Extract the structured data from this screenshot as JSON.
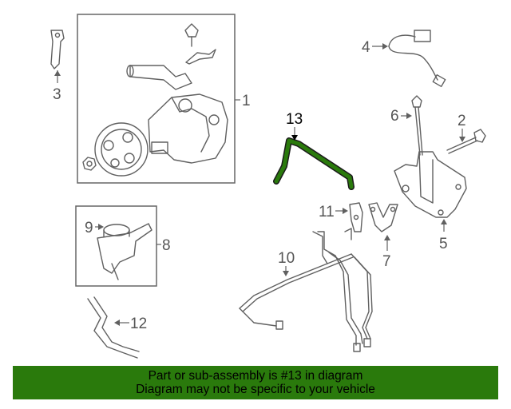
{
  "callouts": {
    "c1": "1",
    "c2": "2",
    "c3": "3",
    "c4": "4",
    "c5": "5",
    "c6": "6",
    "c7": "7",
    "c8": "8",
    "c9": "9",
    "c10": "10",
    "c11": "11",
    "c12": "12",
    "c13": "13"
  },
  "highlight": {
    "part_number": "13",
    "color": "#2a7a0c"
  },
  "banner": {
    "line1": "Part or sub-assembly is #13 in diagram",
    "line2": "Diagram may not be specific to your vehicle",
    "color": "#2a7a0c"
  },
  "icons": [
    "arrow-icon"
  ]
}
